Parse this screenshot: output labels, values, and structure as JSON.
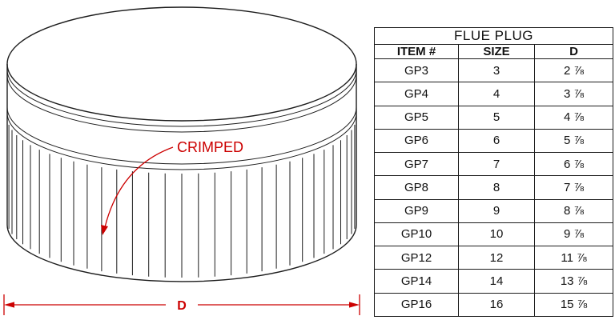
{
  "drawing": {
    "crimped_label": "CRIMPED",
    "dimension_label": "D"
  },
  "table": {
    "title": "FLUE PLUG",
    "headers": [
      "ITEM #",
      "SIZE",
      "D"
    ],
    "rows": [
      {
        "item": "GP3",
        "size": "3",
        "d": "2 ⅞"
      },
      {
        "item": "GP4",
        "size": "4",
        "d": "3 ⅞"
      },
      {
        "item": "GP5",
        "size": "5",
        "d": "4 ⅞"
      },
      {
        "item": "GP6",
        "size": "6",
        "d": "5 ⅞"
      },
      {
        "item": "GP7",
        "size": "7",
        "d": "6 ⅞"
      },
      {
        "item": "GP8",
        "size": "8",
        "d": "7 ⅞"
      },
      {
        "item": "GP9",
        "size": "9",
        "d": "8 ⅞"
      },
      {
        "item": "GP10",
        "size": "10",
        "d": "9 ⅞"
      },
      {
        "item": "GP12",
        "size": "12",
        "d": "11 ⅞"
      },
      {
        "item": "GP14",
        "size": "14",
        "d": "13 ⅞"
      },
      {
        "item": "GP16",
        "size": "16",
        "d": "15 ⅞"
      }
    ]
  },
  "colors": {
    "accent_red": "#cc0000",
    "line_black": "#1c1c1c"
  }
}
